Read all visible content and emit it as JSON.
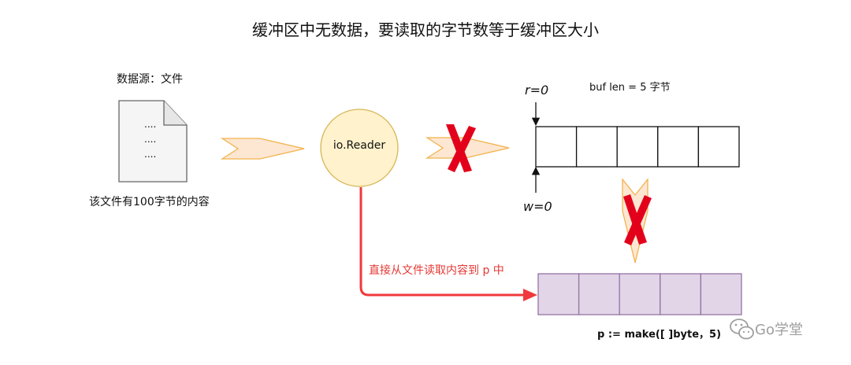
{
  "title": "缓冲区中无数据，要读取的字节数等于缓冲区大小",
  "source": {
    "label": "数据源：文件",
    "description": "该文件有100字节的内容",
    "doc_lines": [
      "....",
      "....",
      "...."
    ]
  },
  "reader": {
    "label": "io.Reader"
  },
  "buffer": {
    "len_label": "buf len = 5 字节",
    "r_label": "r=0",
    "w_label": "w=0",
    "cell_count": 5
  },
  "direct_read_label": "直接从文件读取内容到 p 中",
  "p_slice": {
    "code_label": "p := make([ ]byte，5)",
    "cell_count": 5
  },
  "watermark": {
    "brand": "Go学堂",
    "icon": "wechat-icon"
  },
  "colors": {
    "arrow_fill": "#fde7d2",
    "arrow_stroke": "#f2b34d",
    "reader_fill": "#fff2cc",
    "reader_stroke": "#d6b656",
    "blocked_x": "#e3001b",
    "direct_arrow": "#f0393c",
    "p_fill": "#e1d5e7",
    "p_stroke": "#9673a6",
    "doc_fill": "#f5f5f5",
    "doc_stroke": "#666666"
  }
}
